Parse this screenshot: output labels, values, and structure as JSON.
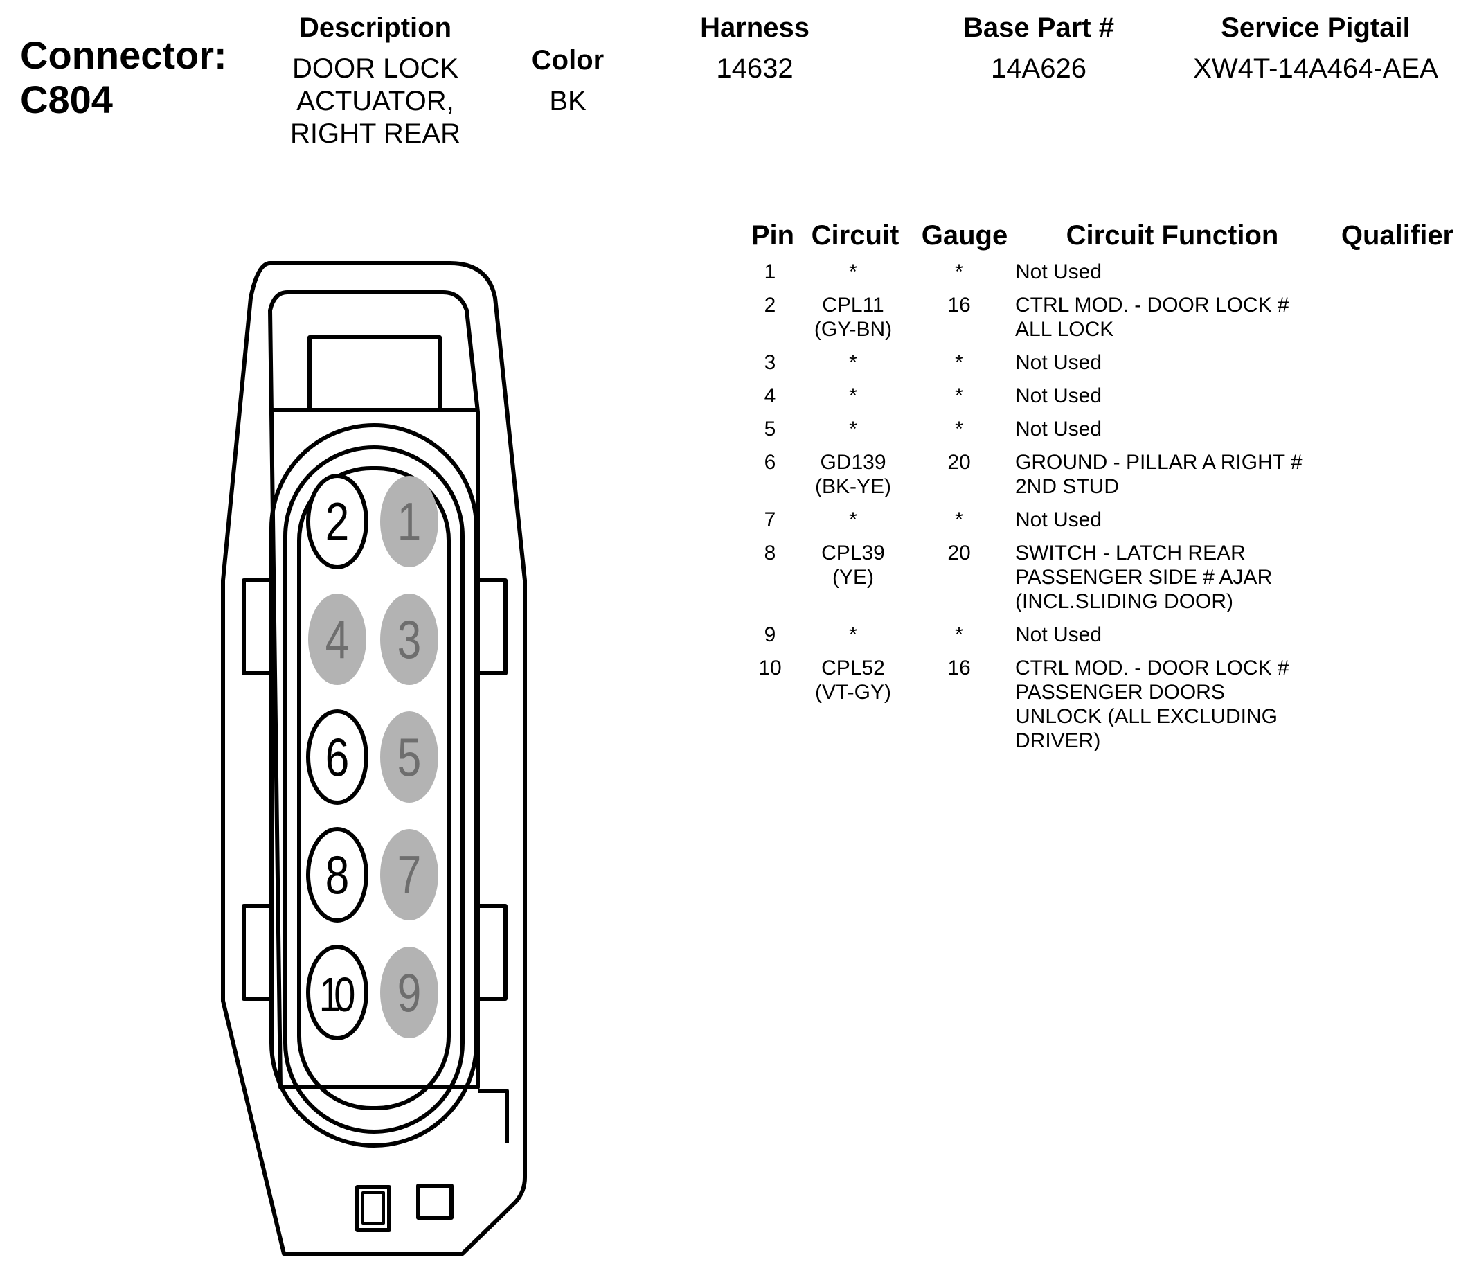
{
  "connector": {
    "label": "Connector:",
    "id": "C804",
    "headers": {
      "description": "Description",
      "color": "Color",
      "harness": "Harness",
      "base_part": "Base Part #",
      "service_pigtail": "Service Pigtail"
    },
    "description_lines": [
      "DOOR LOCK",
      "ACTUATOR,",
      "RIGHT REAR"
    ],
    "color": "BK",
    "harness": "14632",
    "base_part": "14A626",
    "service_pigtail": "XW4T-14A464-AEA"
  },
  "pin_table": {
    "headers": {
      "pin": "Pin",
      "circuit": "Circuit",
      "gauge": "Gauge",
      "function": "Circuit Function",
      "qualifier": "Qualifier"
    },
    "rows": [
      {
        "pin": "1",
        "circuit": [
          "*"
        ],
        "gauge": "*",
        "function": [
          "Not Used"
        ]
      },
      {
        "pin": "2",
        "circuit": [
          "CPL11",
          "(GY-BN)"
        ],
        "gauge": "16",
        "function": [
          "CTRL MOD. - DOOR LOCK #",
          "ALL LOCK"
        ]
      },
      {
        "pin": "3",
        "circuit": [
          "*"
        ],
        "gauge": "*",
        "function": [
          "Not Used"
        ]
      },
      {
        "pin": "4",
        "circuit": [
          "*"
        ],
        "gauge": "*",
        "function": [
          "Not Used"
        ]
      },
      {
        "pin": "5",
        "circuit": [
          "*"
        ],
        "gauge": "*",
        "function": [
          "Not Used"
        ]
      },
      {
        "pin": "6",
        "circuit": [
          "GD139",
          "(BK-YE)"
        ],
        "gauge": "20",
        "function": [
          "GROUND - PILLAR A RIGHT #",
          "2ND STUD"
        ]
      },
      {
        "pin": "7",
        "circuit": [
          "*"
        ],
        "gauge": "*",
        "function": [
          "Not Used"
        ]
      },
      {
        "pin": "8",
        "circuit": [
          "CPL39",
          "(YE)"
        ],
        "gauge": "20",
        "function": [
          "SWITCH - LATCH REAR",
          "PASSENGER SIDE # AJAR",
          "(INCL.SLIDING DOOR)"
        ]
      },
      {
        "pin": "9",
        "circuit": [
          "*"
        ],
        "gauge": "*",
        "function": [
          "Not Used"
        ]
      },
      {
        "pin": "10",
        "circuit": [
          "CPL52",
          "(VT-GY)"
        ],
        "gauge": "16",
        "function": [
          "CTRL MOD. - DOOR LOCK #",
          "PASSENGER DOORS",
          "UNLOCK (ALL EXCLUDING",
          "DRIVER)"
        ]
      }
    ]
  },
  "cavities": [
    {
      "number": "2",
      "used": true
    },
    {
      "number": "1",
      "used": false
    },
    {
      "number": "4",
      "used": false
    },
    {
      "number": "3",
      "used": false
    },
    {
      "number": "6",
      "used": true
    },
    {
      "number": "5",
      "used": false
    },
    {
      "number": "8",
      "used": true
    },
    {
      "number": "7",
      "used": false
    },
    {
      "number": "10",
      "used": true
    },
    {
      "number": "9",
      "used": false
    }
  ],
  "colors": {
    "used_cavity": "#ffffff",
    "unused_cavity": "#b3b3b3",
    "unused_text": "#6e6e6e"
  }
}
